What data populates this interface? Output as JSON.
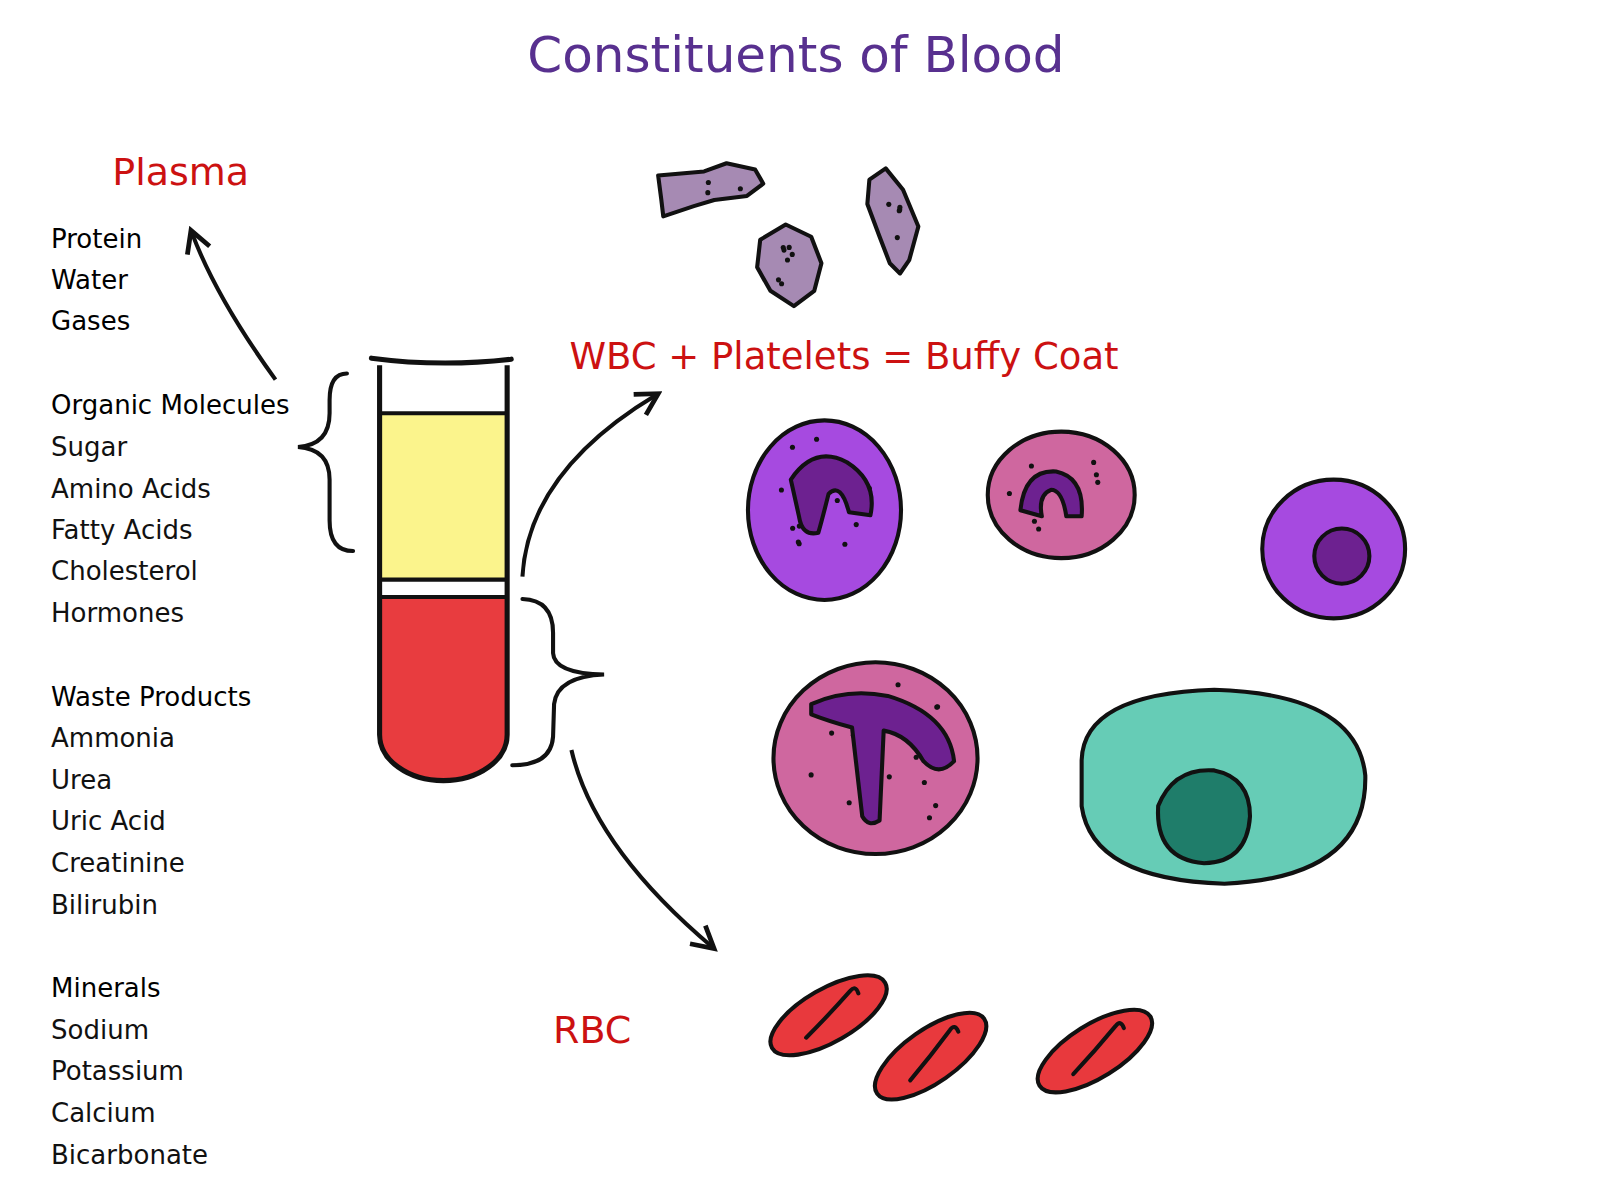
{
  "diagram": {
    "title": "Constituents of Blood",
    "labels": [
      "Plasma",
      "Protein",
      "Water",
      "Gases",
      "Organic Molecules",
      "Sugar",
      "Amino Acids",
      "Fatty Acids",
      "Cholesterol",
      "Hormones",
      "Waste Products",
      "Ammonia",
      "Urea",
      "Uric Acid",
      "Creatinine",
      "Bilirubin",
      "Minerals",
      "Sodium",
      "Potassium",
      "Calcium",
      "Bicarbonate",
      "WBC + Platelets = Buffy Coat",
      "RBC"
    ]
  }
}
